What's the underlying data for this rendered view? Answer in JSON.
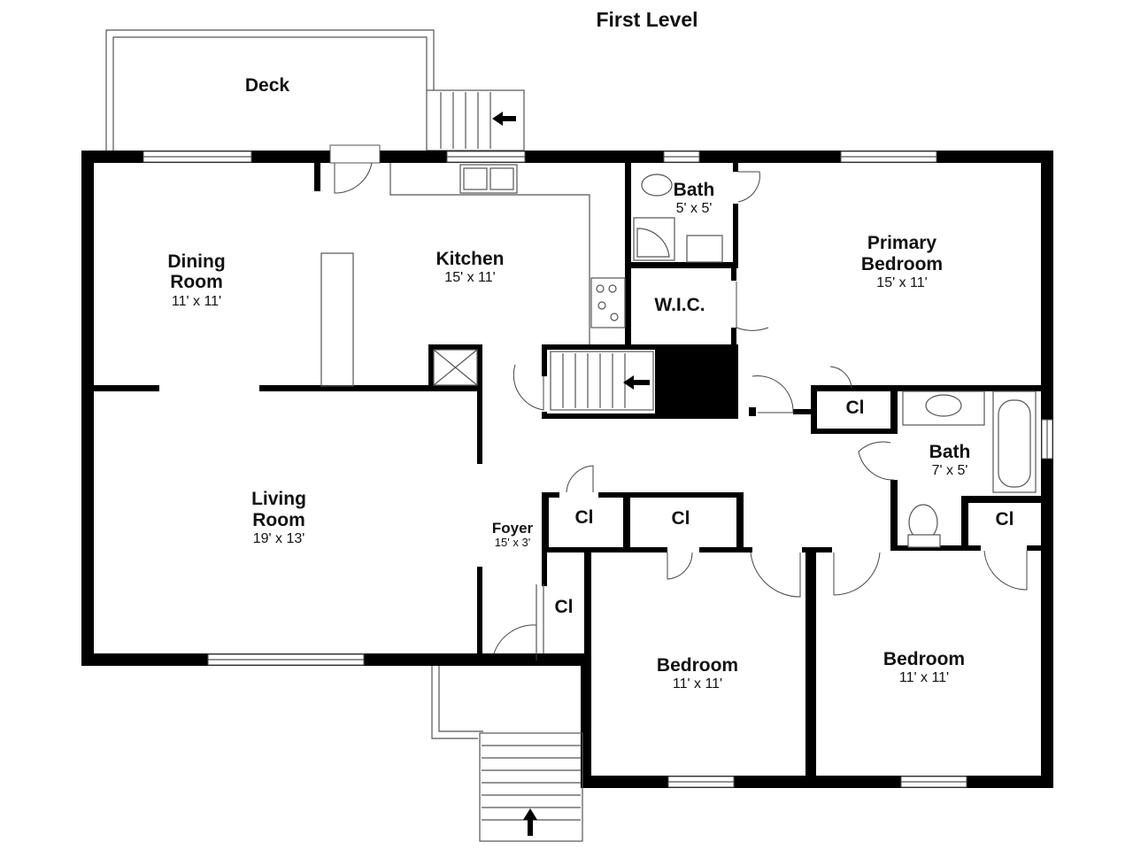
{
  "title": "First Level",
  "rooms": {
    "deck": {
      "name": "Deck"
    },
    "dining": {
      "name_line1": "Dining",
      "name_line2": "Room",
      "dims": "11' x 11'"
    },
    "kitchen": {
      "name": "Kitchen",
      "dims": "15' x 11'"
    },
    "bath_top": {
      "name": "Bath",
      "dims": "5' x 5'"
    },
    "primary": {
      "name_line1": "Primary",
      "name_line2": "Bedroom",
      "dims": "15' x 11'"
    },
    "wic": {
      "name": "W.I.C."
    },
    "living": {
      "name_line1": "Living",
      "name_line2": "Room",
      "dims": "19' x 13'"
    },
    "foyer": {
      "name": "Foyer",
      "dims": "15' x 3'"
    },
    "cl_hall": {
      "name": "Cl"
    },
    "bath_mid": {
      "name": "Bath",
      "dims": "7' x 5'"
    },
    "cl_a": {
      "name": "Cl"
    },
    "cl_b": {
      "name": "Cl"
    },
    "cl_c": {
      "name": "Cl"
    },
    "cl_foyer": {
      "name": "Cl"
    },
    "bedroom_left": {
      "name": "Bedroom",
      "dims": "11' x 11'"
    },
    "bedroom_right": {
      "name": "Bedroom",
      "dims": "11' x 11'"
    }
  },
  "colors": {
    "wall": "#000000",
    "line": "#555555",
    "background": "#ffffff"
  }
}
